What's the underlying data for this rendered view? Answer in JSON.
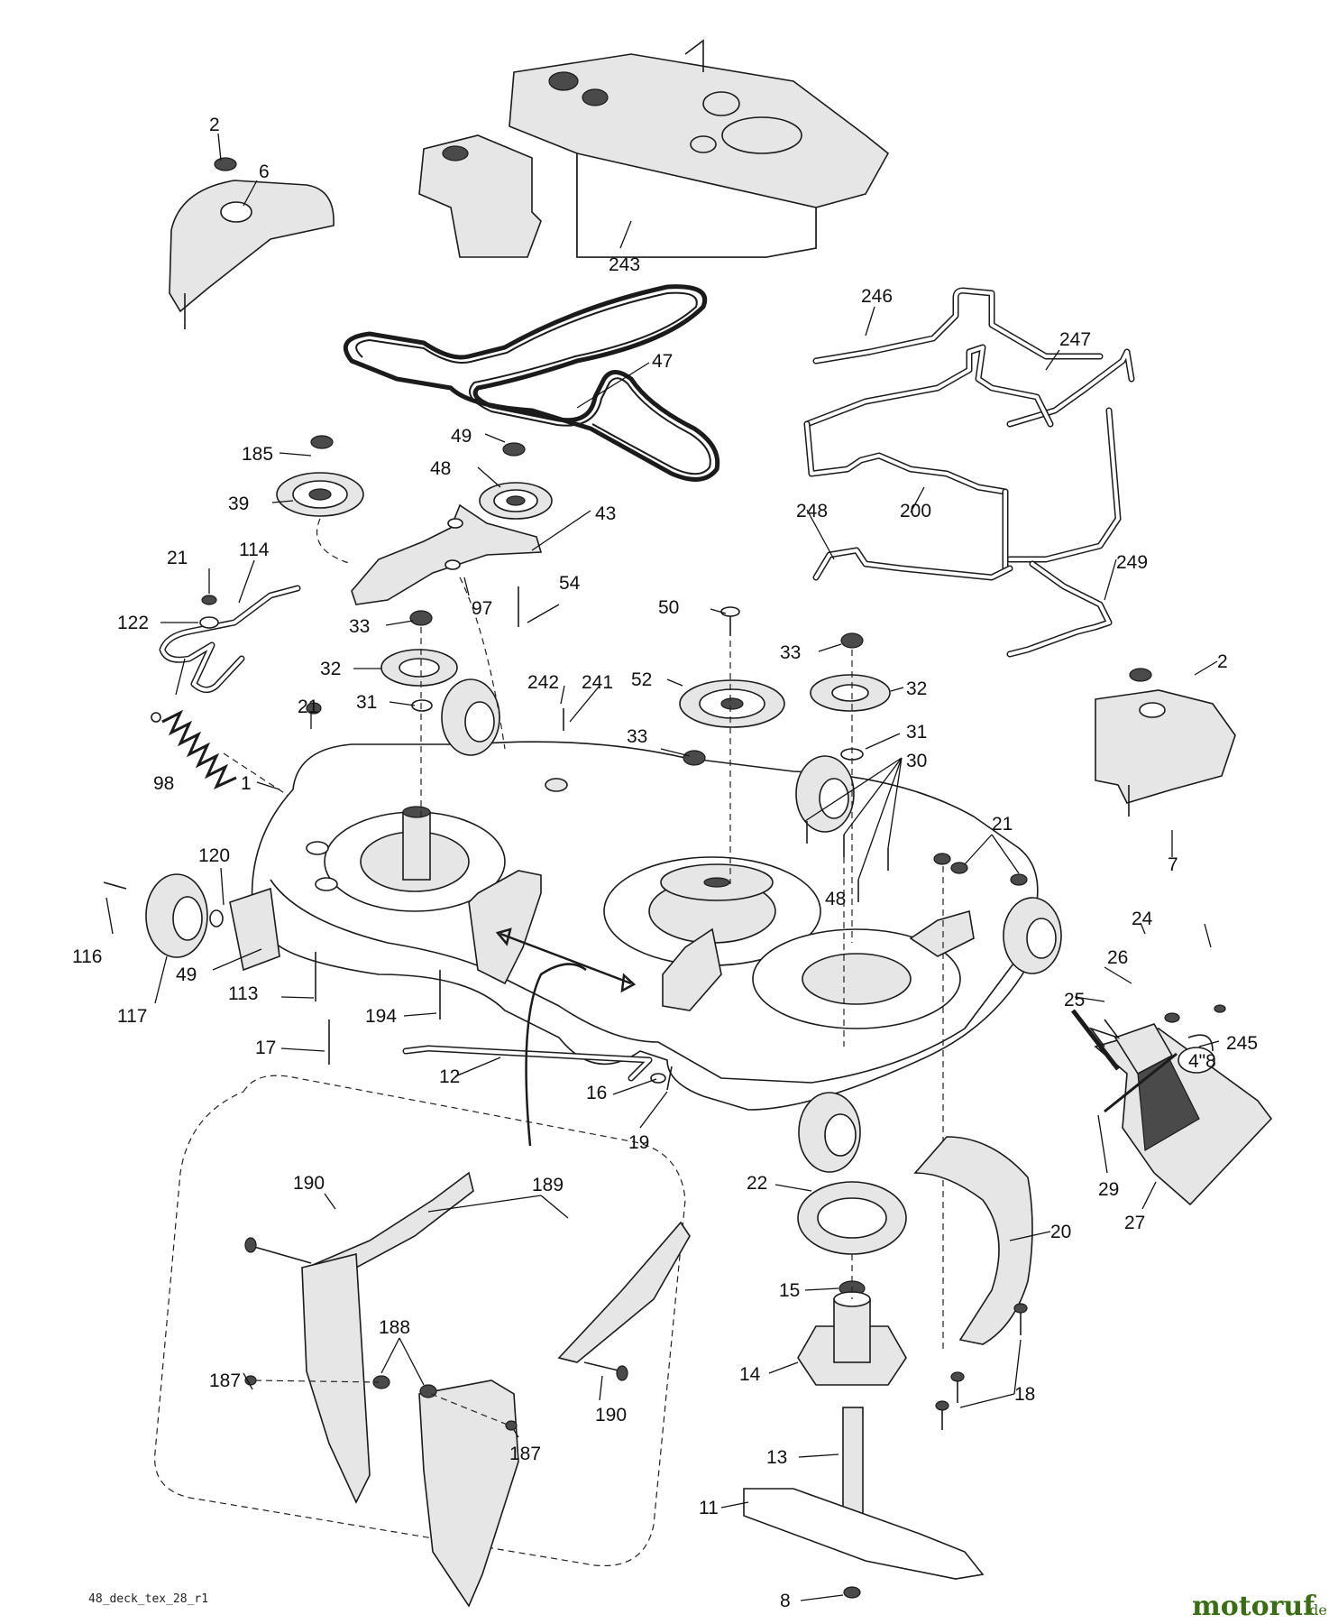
{
  "diagram": {
    "callouts": [
      {
        "id": "c-2a",
        "text": "2"
      },
      {
        "id": "c-6",
        "text": "6"
      },
      {
        "id": "c-243",
        "text": "243"
      },
      {
        "id": "c-246",
        "text": "246"
      },
      {
        "id": "c-247",
        "text": "247"
      },
      {
        "id": "c-47",
        "text": "47"
      },
      {
        "id": "c-49a",
        "text": "49"
      },
      {
        "id": "c-185",
        "text": "185"
      },
      {
        "id": "c-48",
        "text": "48"
      },
      {
        "id": "c-39",
        "text": "39"
      },
      {
        "id": "c-43",
        "text": "43"
      },
      {
        "id": "c-200",
        "text": "200"
      },
      {
        "id": "c-248",
        "text": "248"
      },
      {
        "id": "c-21a",
        "text": "21"
      },
      {
        "id": "c-114",
        "text": "114"
      },
      {
        "id": "c-122",
        "text": "122"
      },
      {
        "id": "c-97",
        "text": "97"
      },
      {
        "id": "c-54",
        "text": "54"
      },
      {
        "id": "c-249",
        "text": "249"
      },
      {
        "id": "c-33a",
        "text": "33"
      },
      {
        "id": "c-50",
        "text": "50"
      },
      {
        "id": "c-33b",
        "text": "33"
      },
      {
        "id": "c-32a",
        "text": "32"
      },
      {
        "id": "c-32b",
        "text": "32"
      },
      {
        "id": "c-242",
        "text": "242"
      },
      {
        "id": "c-241",
        "text": "241"
      },
      {
        "id": "c-52",
        "text": "52"
      },
      {
        "id": "c-2b",
        "text": "2"
      },
      {
        "id": "c-21b",
        "text": "21"
      },
      {
        "id": "c-31a",
        "text": "31"
      },
      {
        "id": "c-31b",
        "text": "31"
      },
      {
        "id": "c-33c",
        "text": "33"
      },
      {
        "id": "c-30",
        "text": "30"
      },
      {
        "id": "c-98",
        "text": "98"
      },
      {
        "id": "c-1",
        "text": "1"
      },
      {
        "id": "c-21c",
        "text": "21"
      },
      {
        "id": "c-7",
        "text": "7"
      },
      {
        "id": "c-120",
        "text": "120"
      },
      {
        "id": "c-116",
        "text": "116"
      },
      {
        "id": "c-49b",
        "text": "49"
      },
      {
        "id": "c-24",
        "text": "24"
      },
      {
        "id": "c-26",
        "text": "26"
      },
      {
        "id": "c-113",
        "text": "113"
      },
      {
        "id": "c-117",
        "text": "117"
      },
      {
        "id": "c-194",
        "text": "194"
      },
      {
        "id": "c-25",
        "text": "25"
      },
      {
        "id": "c-245",
        "text": "245"
      },
      {
        "id": "c-17",
        "text": "17"
      },
      {
        "id": "c-12",
        "text": "12"
      },
      {
        "id": "c-16",
        "text": "16"
      },
      {
        "id": "c-19",
        "text": "19"
      },
      {
        "id": "c-29",
        "text": "29"
      },
      {
        "id": "c-22",
        "text": "22"
      },
      {
        "id": "c-27",
        "text": "27"
      },
      {
        "id": "c-190a",
        "text": "190"
      },
      {
        "id": "c-189",
        "text": "189"
      },
      {
        "id": "c-20",
        "text": "20"
      },
      {
        "id": "c-15",
        "text": "15"
      },
      {
        "id": "c-188",
        "text": "188"
      },
      {
        "id": "c-14",
        "text": "14"
      },
      {
        "id": "c-18",
        "text": "18"
      },
      {
        "id": "c-187a",
        "text": "187"
      },
      {
        "id": "c-190b",
        "text": "190"
      },
      {
        "id": "c-13",
        "text": "13"
      },
      {
        "id": "c-187b",
        "text": "187"
      },
      {
        "id": "c-11",
        "text": "11"
      },
      {
        "id": "c-8",
        "text": "8"
      }
    ],
    "deck_decal": "48",
    "footer_code": "48_deck_tex_28_r1",
    "watermark": {
      "main": "motoruf",
      "sub": ".de"
    }
  }
}
